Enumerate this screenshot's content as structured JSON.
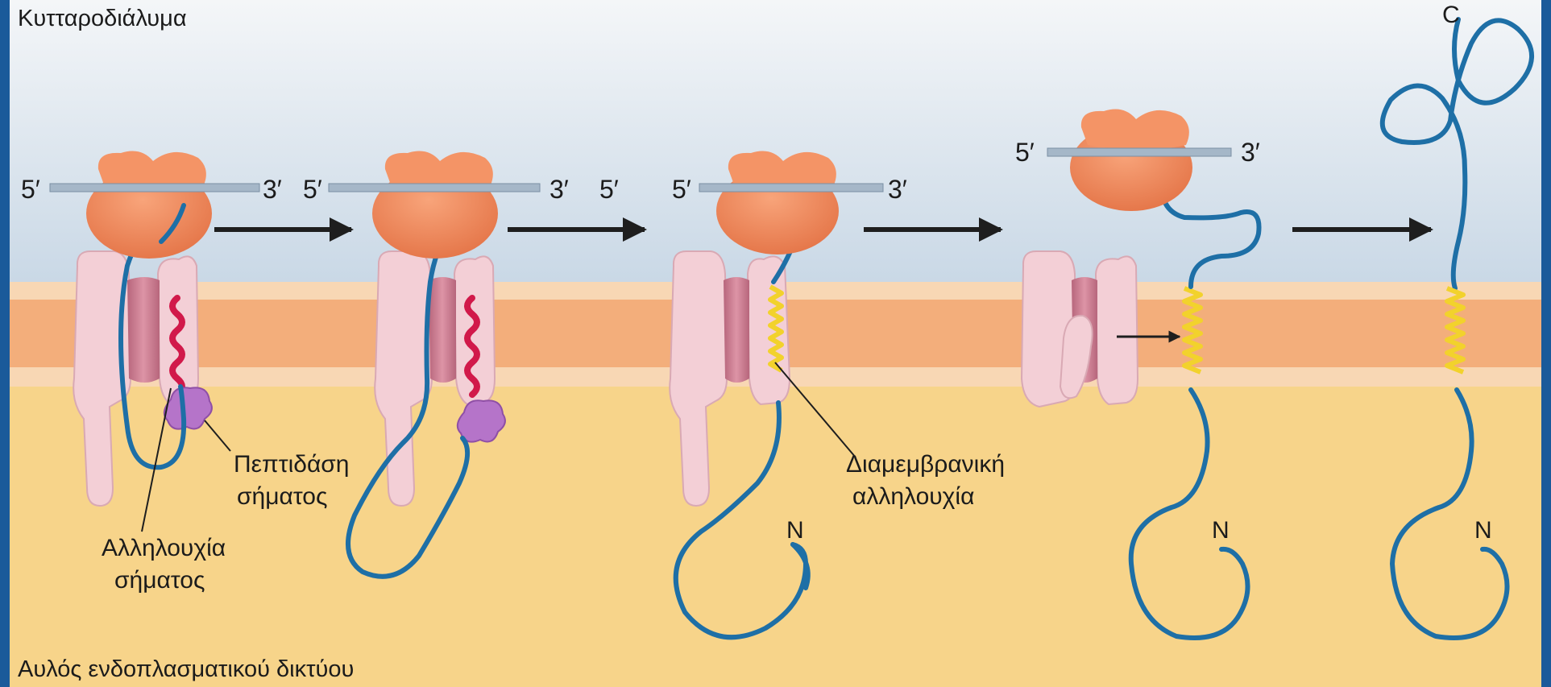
{
  "regions": {
    "cytosol": "Κυτταροδιάλυμα",
    "er_lumen": "Αυλός ενδοπλασματικού δικτύου"
  },
  "mrna_ends": {
    "five_prime": "5′",
    "three_prime": "3′"
  },
  "labels": {
    "signal_peptidase": [
      "Πεπτιδάση",
      "σήματος"
    ],
    "signal_sequence": [
      "Αλληλουχία",
      "σήματος"
    ],
    "transmembrane_sequence": [
      "Διαμεμβρανική",
      "αλληλουχία"
    ]
  },
  "protein_termini": {
    "n_terminus": "N",
    "c_terminus": "C"
  },
  "stages": [
    {
      "id": "stage-1",
      "signal_sequence_in_translocon": true,
      "peptidase_bound": true
    },
    {
      "id": "stage-2",
      "signal_sequence_in_translocon": true,
      "peptidase_bound": true
    },
    {
      "id": "stage-3",
      "transmembrane_in_translocon": true
    },
    {
      "id": "stage-4",
      "transmembrane_released_to_membrane": true
    },
    {
      "id": "stage-5",
      "translation_complete": true
    }
  ],
  "colors": {
    "background_frame": "#1a5a9a",
    "cytosol": "#dde6ee",
    "membrane_outer": "#f6cfa7",
    "membrane_core": "#f3ae7b",
    "lumen": "#f7d48a",
    "ribosome": "#f08a5d",
    "mrna": "#a5b7c8",
    "translocon": "#f3cfd6",
    "translocon_channel": "#cf7f93",
    "polypeptide": "#1e6fa6",
    "signal_sequence": "#d1194a",
    "transmembrane_helix": "#f2d22c",
    "peptidase": "#b574c9",
    "arrow": "#1e1e1e"
  }
}
